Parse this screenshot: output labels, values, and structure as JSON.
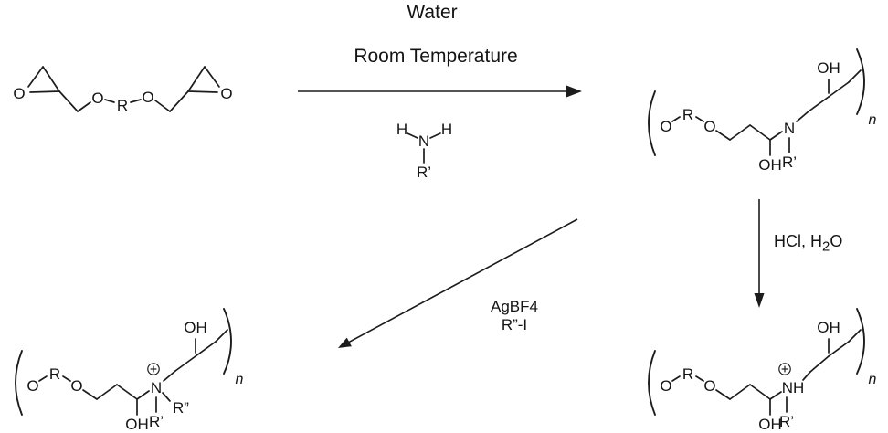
{
  "title_conditions": {
    "line1": "Water",
    "line2": "Room Temperature"
  },
  "amine": {
    "h_left": "H",
    "n": "N",
    "h_right": "H",
    "r": "R’"
  },
  "arrow_labels": {
    "hcl": {
      "pre": "HCl, H",
      "sub": "2",
      "post": "O"
    },
    "alkylation_line1": "AgBF4",
    "alkylation_line2": "R”-I"
  },
  "atoms": {
    "o": "O",
    "r": "R",
    "oh": "OH",
    "n": "N",
    "nh": "NH",
    "r_prime": "R’",
    "r_doubleprime": "R”",
    "repeat": "n"
  }
}
